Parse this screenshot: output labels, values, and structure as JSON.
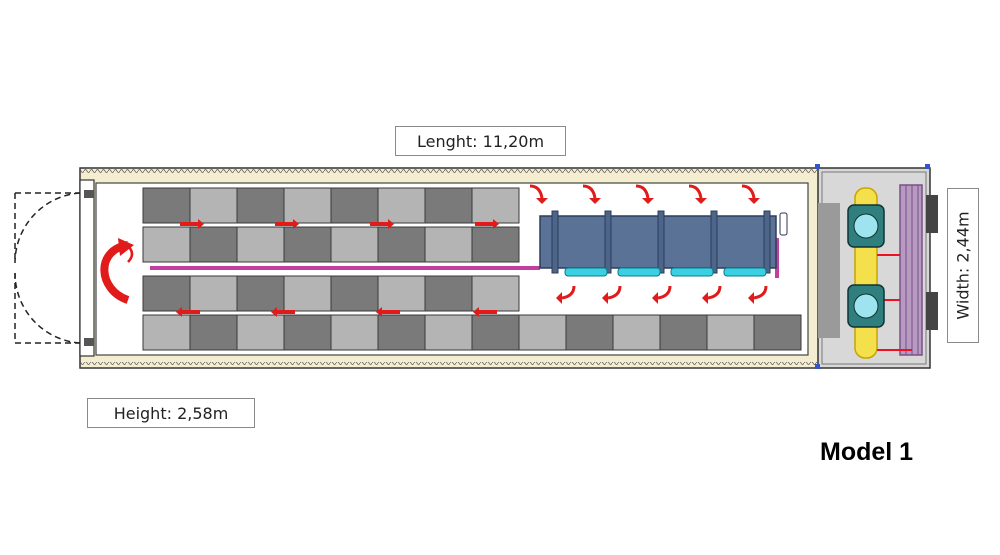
{
  "labels": {
    "length": "Lenght: 11,20m",
    "height": "Height: 2,58m",
    "width": "Width: 2,44m",
    "model": "Model 1"
  },
  "colors": {
    "container_wall": "#f5edcf",
    "outline": "#333333",
    "box_dark": "#7a7a7a",
    "box_light": "#b4b4b4",
    "arrow": "#e11a1a",
    "rail": "#c23fa0",
    "cooler": "#5a7296",
    "fan": "#39d0e3",
    "machine_floor": "#d8d8d8",
    "equipment_yellow": "#f3e04a",
    "pipes": "#b79ac2"
  }
}
